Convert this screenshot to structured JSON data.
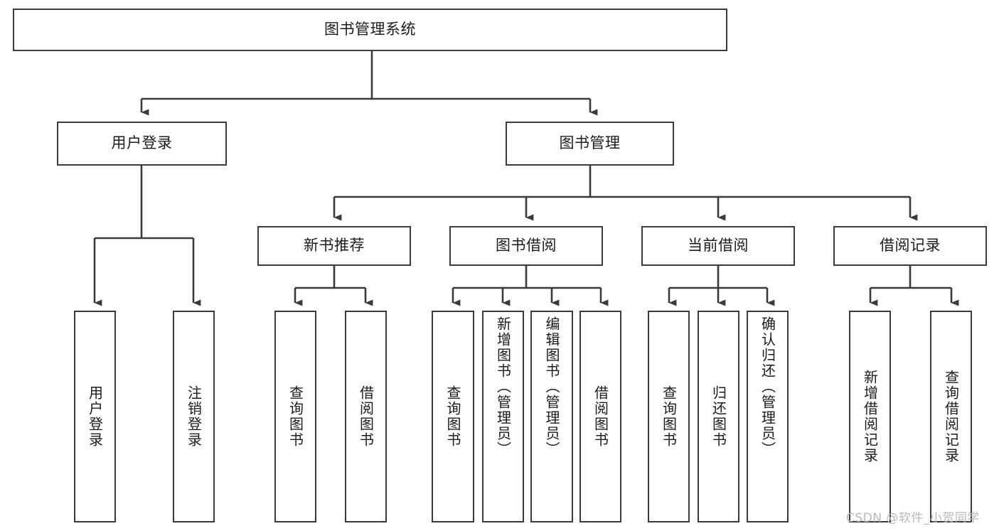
{
  "diagram": {
    "title": "图书管理系统",
    "type": "tree-hierarchy",
    "root": {
      "label": "图书管理系统"
    },
    "level2": [
      {
        "label": "用户登录"
      },
      {
        "label": "图书管理"
      }
    ],
    "level3": [
      {
        "label": "新书推荐"
      },
      {
        "label": "图书借阅"
      },
      {
        "label": "当前借阅"
      },
      {
        "label": "借阅记录"
      }
    ],
    "leaves": {
      "user_login": [
        {
          "label": "用户登录"
        },
        {
          "label": "注销登录"
        }
      ],
      "new_book_recommend": [
        {
          "label": "查询图书"
        },
        {
          "label": "借阅图书"
        }
      ],
      "book_borrow": [
        {
          "label": "查询图书"
        },
        {
          "label": "新增图书（管理员）"
        },
        {
          "label": "编辑图书（管理员）"
        },
        {
          "label": "借阅图书"
        }
      ],
      "current_borrow": [
        {
          "label": "查询图书"
        },
        {
          "label": "归还图书"
        },
        {
          "label": "确认归还（管理员）"
        }
      ],
      "borrow_record": [
        {
          "label": "新增借阅记录"
        },
        {
          "label": "查询借阅记录"
        }
      ]
    }
  },
  "watermark": {
    "text": "CSDN @软件_小贺同学"
  },
  "colors": {
    "border": "#3a3a3a",
    "background": "#ffffff",
    "text": "#1b1b1b",
    "watermark": "#b9b9b9"
  }
}
